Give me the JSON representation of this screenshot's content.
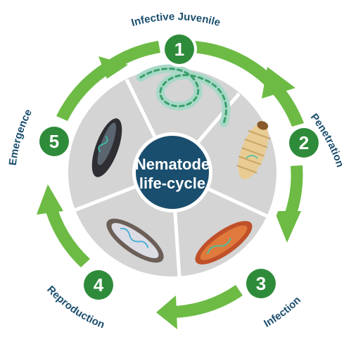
{
  "center": {
    "line1": "Nematode",
    "line2": "life-cycle"
  },
  "stages": [
    {
      "number": "1",
      "label": "Infective Juvenile"
    },
    {
      "number": "2",
      "label": "Penetration"
    },
    {
      "number": "3",
      "label": "Infection"
    },
    {
      "number": "4",
      "label": "Reproduction"
    },
    {
      "number": "5",
      "label": "Emergence"
    }
  ],
  "colors": {
    "ring_green": "#6dbb45",
    "badge_green": "#2e8b3a",
    "center_navy": "#1a4e6e",
    "label_navy": "#1a4e6e",
    "segment_gray": "#d4d4d4"
  },
  "icons": [
    "worm-icon",
    "larva-icon",
    "infected-larva-icon",
    "reproducing-larva-icon",
    "dark-pupa-icon"
  ]
}
